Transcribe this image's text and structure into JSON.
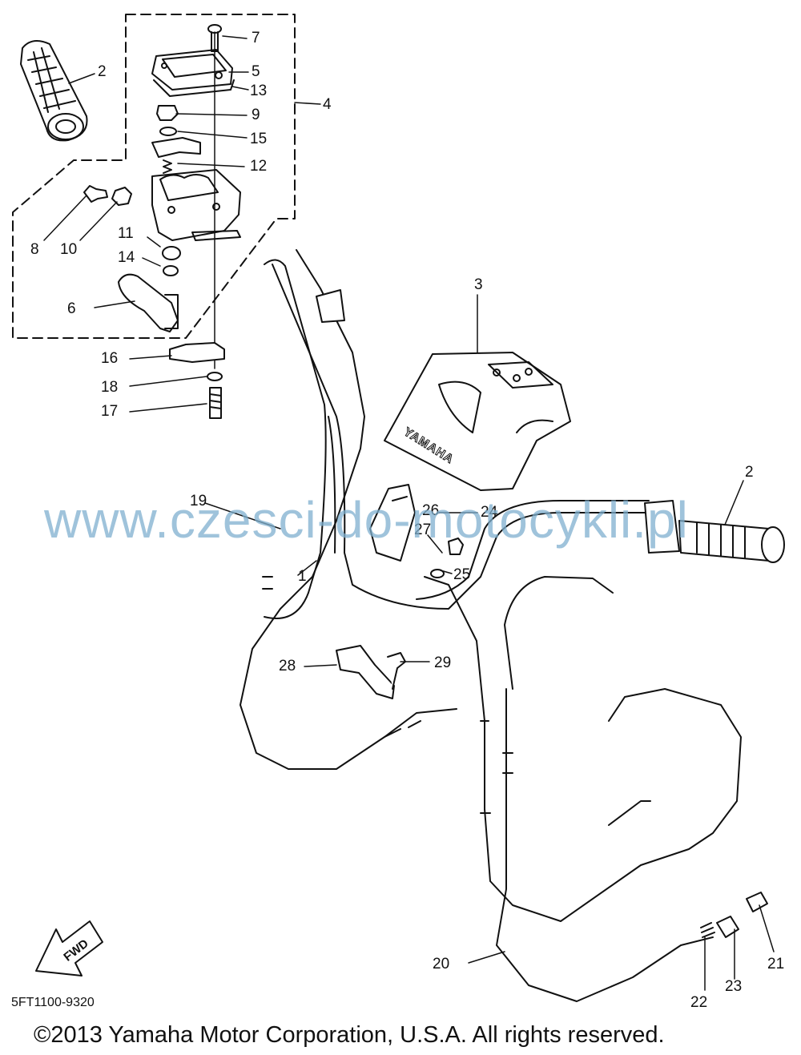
{
  "diagram": {
    "callouts": [
      {
        "id": "1",
        "label": "1"
      },
      {
        "id": "2a",
        "label": "2"
      },
      {
        "id": "2b",
        "label": "2"
      },
      {
        "id": "3",
        "label": "3"
      },
      {
        "id": "4",
        "label": "4"
      },
      {
        "id": "5",
        "label": "5"
      },
      {
        "id": "6",
        "label": "6"
      },
      {
        "id": "7",
        "label": "7"
      },
      {
        "id": "8",
        "label": "8"
      },
      {
        "id": "9",
        "label": "9"
      },
      {
        "id": "10",
        "label": "10"
      },
      {
        "id": "11",
        "label": "11"
      },
      {
        "id": "12",
        "label": "12"
      },
      {
        "id": "13",
        "label": "13"
      },
      {
        "id": "14",
        "label": "14"
      },
      {
        "id": "15",
        "label": "15"
      },
      {
        "id": "16",
        "label": "16"
      },
      {
        "id": "17",
        "label": "17"
      },
      {
        "id": "18",
        "label": "18"
      },
      {
        "id": "19",
        "label": "19"
      },
      {
        "id": "20",
        "label": "20"
      },
      {
        "id": "21",
        "label": "21"
      },
      {
        "id": "22",
        "label": "22"
      },
      {
        "id": "23",
        "label": "23"
      },
      {
        "id": "24",
        "label": "24"
      },
      {
        "id": "25",
        "label": "25"
      },
      {
        "id": "26",
        "label": "26"
      },
      {
        "id": "27",
        "label": "27"
      },
      {
        "id": "28",
        "label": "28"
      },
      {
        "id": "29",
        "label": "29"
      }
    ],
    "cover_brand": "YAMAHA",
    "fwd_label": "FWD",
    "catalog_code": "5FT1100-9320",
    "watermark": "www.czesci-do-motocykli.pl",
    "copyright": "©2013 Yamaha Motor Corporation, U.S.A. All rights reserved.",
    "colors": {
      "ink": "#111111",
      "watermark": "#7fb0cf"
    }
  }
}
